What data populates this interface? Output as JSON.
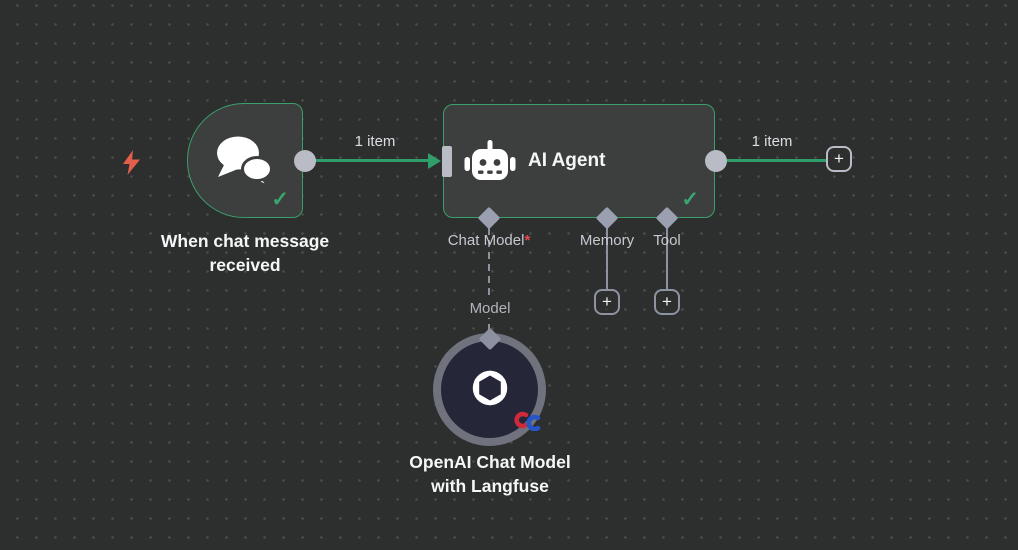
{
  "canvas": {
    "background": "#2d2e2e",
    "dot_color": "#4c4d4d"
  },
  "colors": {
    "node_border_green": "#3aa06b",
    "connection_green": "#2f9e6a",
    "connector_gray": "#b9bbc5",
    "required_red": "#e5484d",
    "trigger_bolt_orange": "#e2604b",
    "check_green": "#3aa56f"
  },
  "nodes": {
    "trigger": {
      "title": "When chat message received",
      "icon": "chat-bubbles",
      "check": "✓"
    },
    "agent": {
      "title": "AI Agent",
      "icon": "robot",
      "check": "✓",
      "ports": [
        {
          "label": "Chat Model",
          "required_mark": "*"
        },
        {
          "label": "Memory",
          "required_mark": ""
        },
        {
          "label": "Tool",
          "required_mark": ""
        }
      ]
    },
    "model": {
      "title": "OpenAI Chat Model with Langfuse",
      "icon": "openai-langfuse",
      "port_label": "Model"
    }
  },
  "connections": {
    "trigger_to_agent_label": "1 item",
    "agent_output_label": "1 item"
  },
  "buttons": {
    "add_memory": "+",
    "add_tool": "+",
    "add_next": "+"
  }
}
